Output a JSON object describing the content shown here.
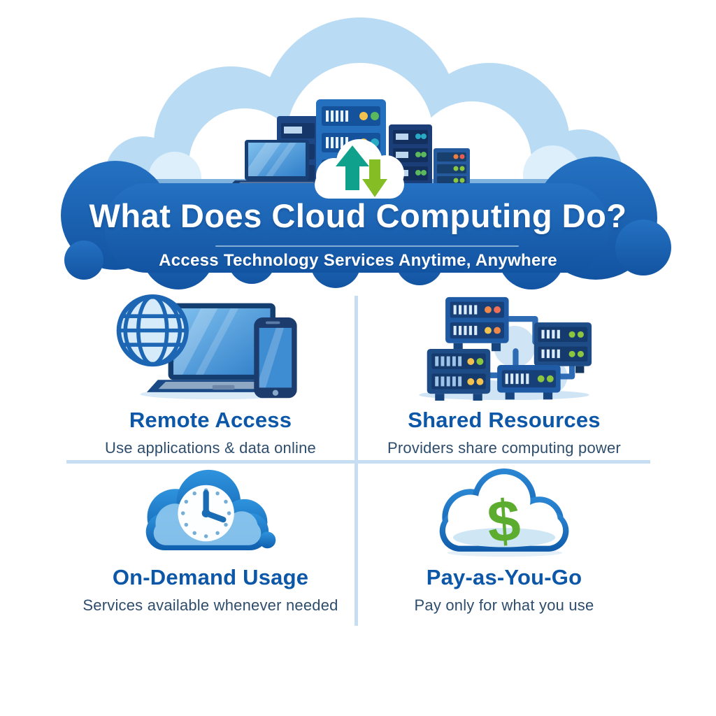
{
  "banner": {
    "title": "What Does Cloud Computing Do?",
    "subtitle": "Access Technology Services Anytime, Anywhere"
  },
  "features": {
    "remote_access": {
      "title": "Remote Access",
      "description": "Use applications & data online",
      "icon": "globe-laptop-phone-icon"
    },
    "shared_resources": {
      "title": "Shared Resources",
      "description": "Providers share computing power",
      "icon": "connected-servers-icon"
    },
    "on_demand": {
      "title": "On-Demand Usage",
      "description": "Services available whenever needed",
      "icon": "cloud-clock-icon"
    },
    "pay_as_you_go": {
      "title": "Pay-as-You-Go",
      "description": "Pay only for what you use",
      "icon": "cloud-dollar-icon"
    }
  },
  "icons": {
    "dollar_glyph": "$"
  },
  "colors": {
    "banner_blue": "#1a63b3",
    "feature_title_blue": "#0d57a8",
    "feature_text": "#2e4d6d",
    "light_cloud_blue": "#b9dcf4",
    "quadrant_divider": "#c7def2",
    "upload_arrow_teal": "#0fa18c",
    "download_arrow_green": "#84bd24",
    "dollar_green": "#5cad2f",
    "server_navy": "#1d4a88",
    "server_blue": "#1f63ae"
  }
}
